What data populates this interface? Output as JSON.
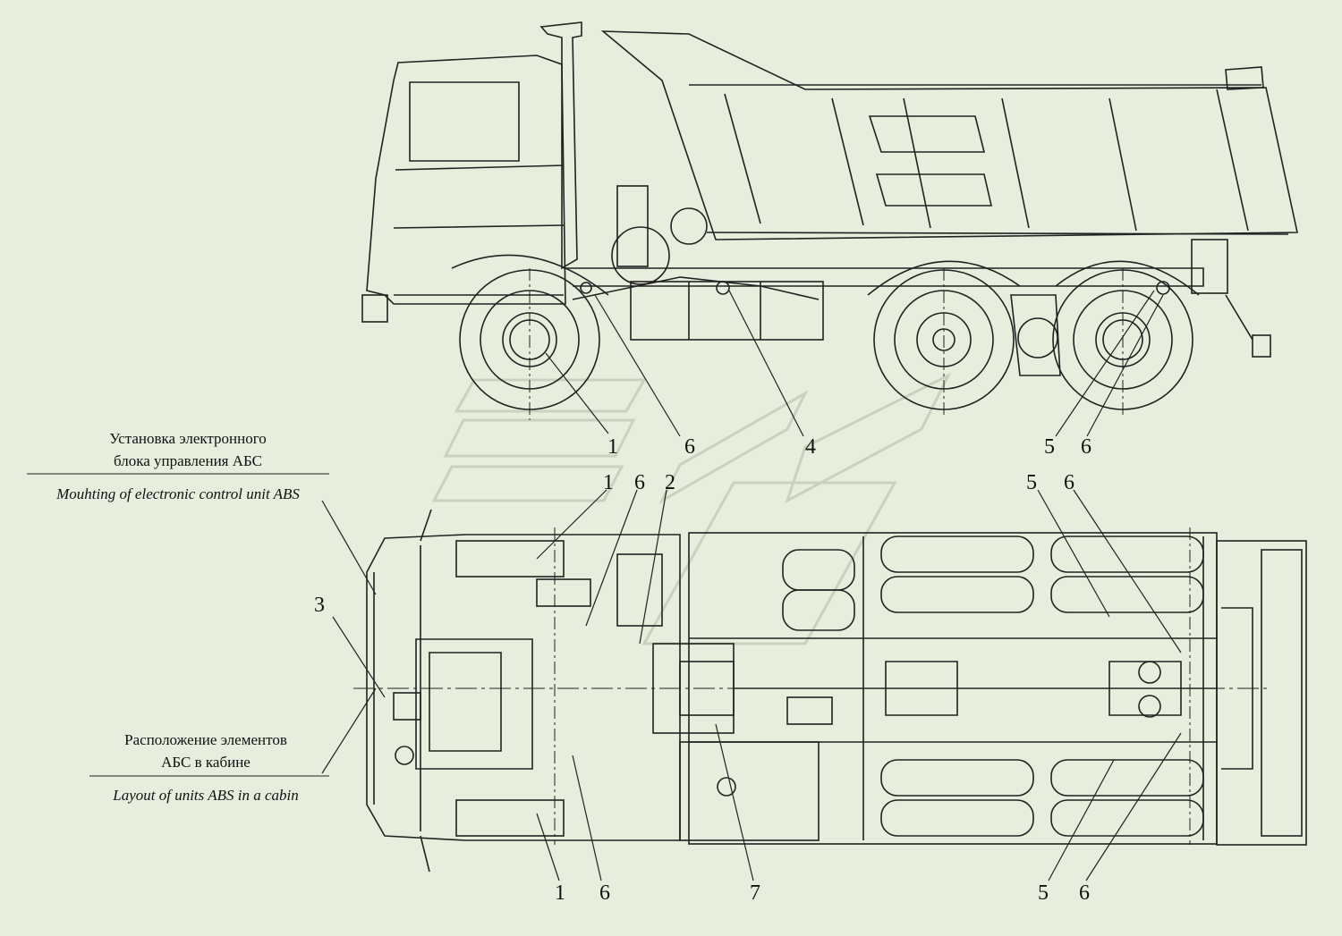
{
  "annotations": {
    "ecu_ru_line1": "Установка электронного",
    "ecu_ru_line2": "блока управления АБС",
    "ecu_en": "Mouhting of electronic control unit ABS",
    "cabin_ru_line1": "Расположение элементов",
    "cabin_ru_line2": "АБС в кабине",
    "cabin_en": "Layout of units ABS in a cabin"
  },
  "callouts": {
    "side_view": [
      "1",
      "6",
      "4",
      "5",
      "6"
    ],
    "top_view_upper": [
      "1",
      "6",
      "2",
      "5",
      "6"
    ],
    "top_view_left": [
      "3"
    ],
    "top_view_lower": [
      "1",
      "6",
      "7",
      "5",
      "6"
    ]
  },
  "colors": {
    "background": "#e7eedd",
    "line": "#222222",
    "watermark": "#c9d2bf"
  }
}
